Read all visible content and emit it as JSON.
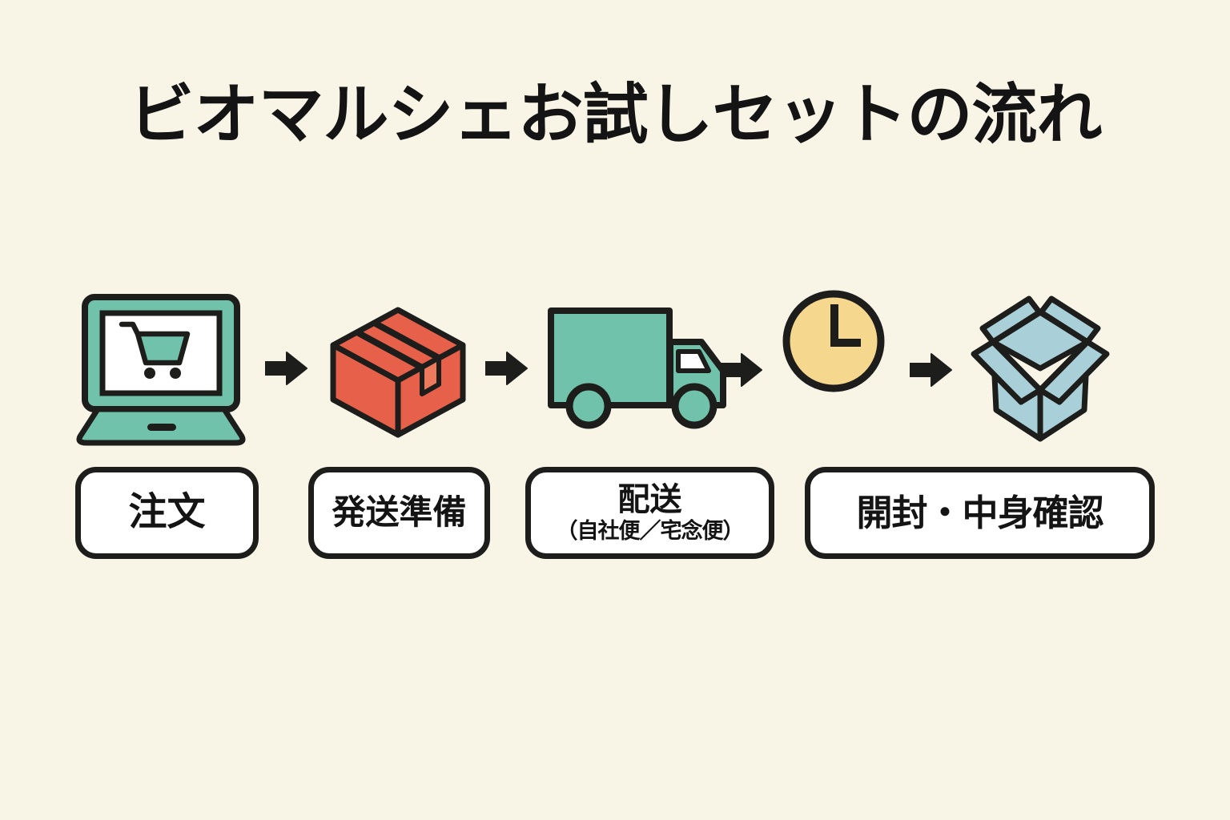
{
  "title": "ビオマルシェお試しセットの流れ",
  "flow": {
    "icons": [
      "laptop-cart-icon",
      "package-box-icon",
      "delivery-truck-icon",
      "clock-icon",
      "open-box-icon",
      "arrow-right-icon"
    ],
    "labels": [
      {
        "title": "注文",
        "subtitle": ""
      },
      {
        "title": "発送準備",
        "subtitle": ""
      },
      {
        "title": "配送",
        "subtitle": "（自社便／宅念便）"
      },
      {
        "title": "開封・中身確認",
        "subtitle": ""
      }
    ]
  },
  "colors": {
    "background": "#f8f5e7",
    "outline": "#1d1d1b",
    "teal": "#70c2aa",
    "red": "#e7604a",
    "red_light": "#ee7a5e",
    "yellow": "#f6d78e",
    "blue": "#a9d0d8",
    "label_box_bg": "#ffffff",
    "text": "#141414"
  }
}
